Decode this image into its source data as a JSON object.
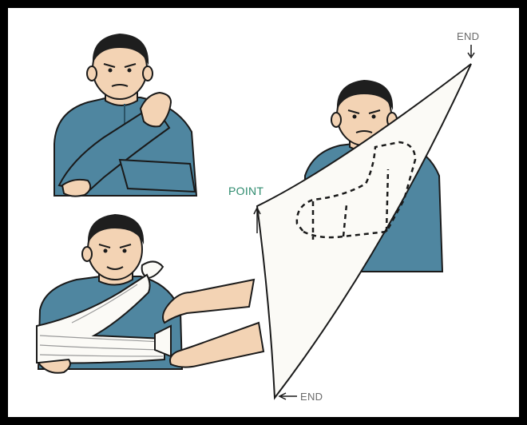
{
  "labels": {
    "end_top": "END",
    "point": "POINT",
    "end_bottom": "END"
  },
  "colors": {
    "shirt": "#4f86a0",
    "shirt_dark": "#2b5366",
    "skin": "#f3d3b4",
    "hair": "#1e1e1e",
    "outline": "#1a1a1a",
    "sling": "#fbfaf6",
    "frame": "#000000",
    "point_label": "#2e8b6e",
    "end_label": "#6b6b6b"
  }
}
